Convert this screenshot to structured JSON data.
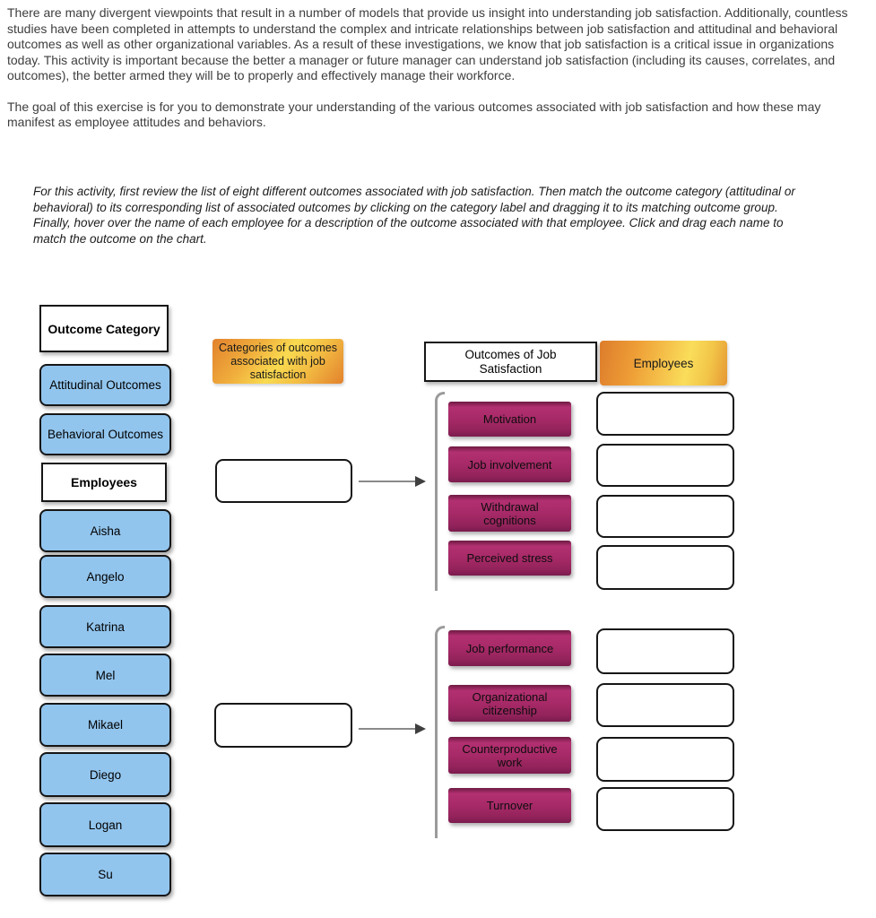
{
  "intro": {
    "paragraph1": "There are many divergent viewpoints that result in a number of models that provide us insight into understanding job satisfaction. Additionally, countless studies have been completed in attempts to understand the complex and intricate relationships between job satisfaction and attitudinal and behavioral outcomes as well as other organizational variables. As a result of these investigations, we know that job satisfaction is a critical issue in organizations today. This activity is important because the better a manager or future manager can understand job satisfaction (including its causes, correlates, and outcomes), the better armed they will be to properly and effectively manage their workforce.",
    "paragraph2": "The goal of this exercise is for you to demonstrate your understanding of the various outcomes associated with job satisfaction and how these may manifest as employee attitudes and behaviors.",
    "instructions": "For this activity, first review the list of eight different outcomes associated with job satisfaction. Then match the outcome category (attitudinal or behavioral) to its corresponding list of associated outcomes by clicking on the category label and dragging it to its matching outcome group. Finally, hover over the name of each employee for a description of the outcome associated with that employee.  Click and drag each name to match the outcome on the chart."
  },
  "left_panel": {
    "category_header": "Outcome Category",
    "categories": [
      "Attitudinal Outcomes",
      "Behavioral Outcomes"
    ],
    "employees_header": "Employees",
    "employees": [
      "Aisha",
      "Angelo",
      "Katrina",
      "Mel",
      "Mikael",
      "Diego",
      "Logan",
      "Su"
    ]
  },
  "diagram": {
    "categories_label": "Categories of outcomes associated with job satisfaction",
    "outcomes_header": "Outcomes of Job Satisfaction",
    "employees_header": "Employees",
    "groups": [
      {
        "outcomes": [
          "Motivation",
          "Job involvement",
          "Withdrawal cognitions",
          "Perceived stress"
        ]
      },
      {
        "outcomes": [
          "Job performance",
          "Organizational citizenship",
          "Counterproductive work",
          "Turnover"
        ]
      }
    ]
  },
  "palette": {
    "blue": "#92c5ee",
    "magenta": "#a82a68",
    "orange": "#e2812d",
    "yellow": "#f9da50",
    "bracket_gray": "#9b9b9b",
    "text_gray": "#3e3e3e"
  }
}
